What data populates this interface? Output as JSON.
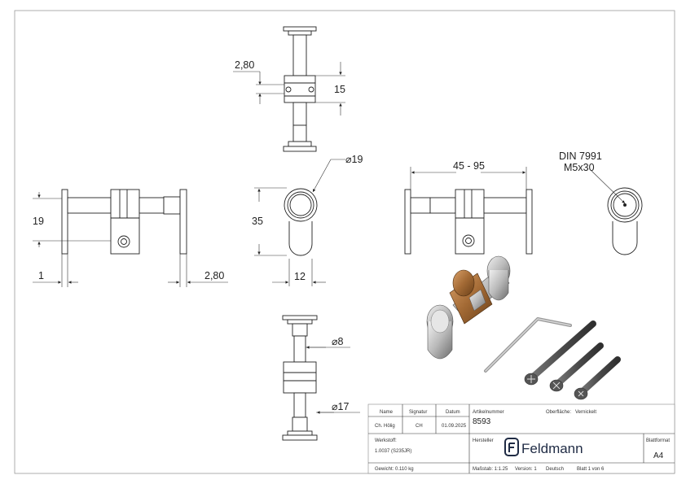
{
  "drawing": {
    "dimensions": {
      "top_groove_width": "2,80",
      "top_body_length": "15",
      "front_flange_dia": "⌀19",
      "front_height": "35",
      "front_width": "12",
      "side_height": "19",
      "side_flange_thickness": "1",
      "side_right_thickness": "2,80",
      "length_range": "45 - 95",
      "screw_standard": "DIN 7991",
      "screw_size": "M5x30",
      "bottom_shaft_dia": "⌀8",
      "bottom_body_dia": "⌀17"
    }
  },
  "title_block": {
    "headers": {
      "name": "Name",
      "signatur": "Signatur",
      "datum": "Datum"
    },
    "row": {
      "name": "Ch. Hölig",
      "signatur": "CH",
      "datum": "01.09.2025"
    },
    "artikelnummer_label": "Artikelnummer",
    "artikelnummer": "8593",
    "oberflaeche_label": "Oberfläche:",
    "oberflaeche": "Vernickelt",
    "werkstoff_label": "Werkstoff:",
    "werkstoff": "1.0037 (S235JR)",
    "hersteller_label": "Hersteller",
    "logo_text": "Feldmann",
    "blattformat_label": "Blattformat",
    "blattformat": "A4",
    "gewicht": "Gewicht: 0.110 kg",
    "massstab": "Maßstab: 1:1.25",
    "version": "Version: 1",
    "sprache": "Deutsch",
    "blatt": "Blatt 1 von 6"
  }
}
